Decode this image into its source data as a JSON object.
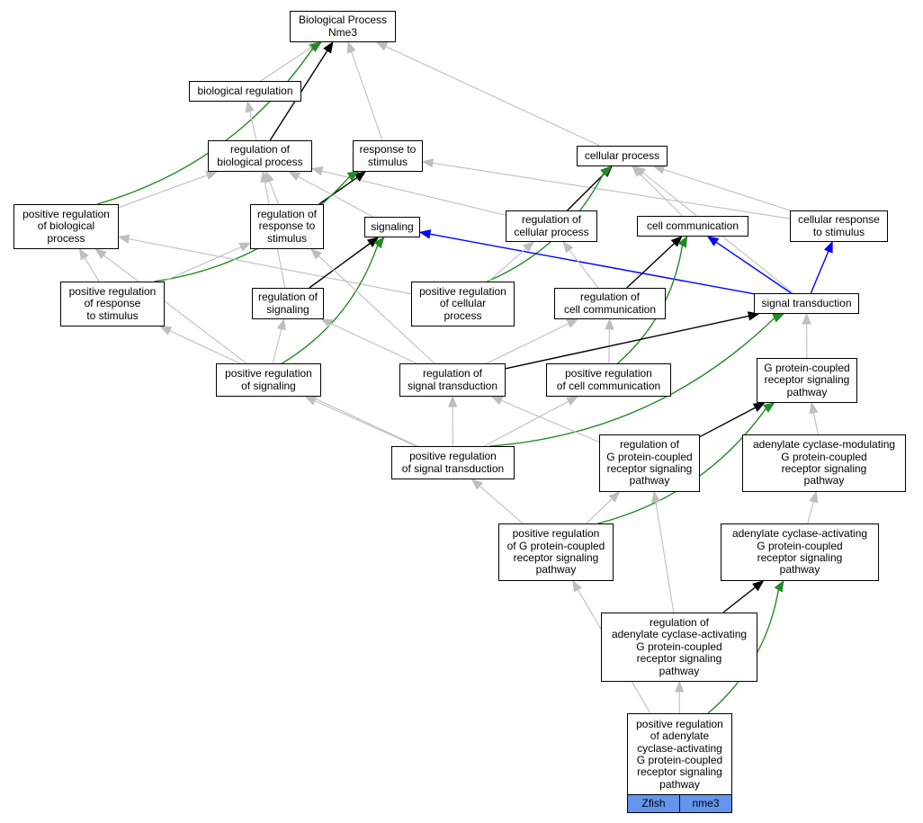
{
  "diagram": {
    "colors": {
      "is_a": "#bebebe",
      "regulates": "#000000",
      "positively_regulates": "#228b22",
      "part_of": "#0000ff",
      "annotation_fill": "#6495ed"
    },
    "nodes": [
      {
        "id": "bp",
        "label": "Biological Process\nNme3"
      },
      {
        "id": "biol_reg",
        "label": "biological regulation"
      },
      {
        "id": "reg_bp",
        "label": "regulation of\nbiological process"
      },
      {
        "id": "resp_stim",
        "label": "response to\nstimulus"
      },
      {
        "id": "cell_proc",
        "label": "cellular process"
      },
      {
        "id": "pos_reg_bp",
        "label": "positive regulation\nof biological\nprocess"
      },
      {
        "id": "reg_resp_stim",
        "label": "regulation of\nresponse to\nstimulus"
      },
      {
        "id": "signaling",
        "label": "signaling"
      },
      {
        "id": "reg_cell_proc",
        "label": "regulation of\ncellular process"
      },
      {
        "id": "cell_comm",
        "label": "cell communication"
      },
      {
        "id": "cell_resp_stim",
        "label": "cellular response\nto stimulus"
      },
      {
        "id": "pos_reg_resp_stim",
        "label": "positive regulation\nof response\nto stimulus"
      },
      {
        "id": "reg_signaling",
        "label": "regulation of\nsignaling"
      },
      {
        "id": "pos_reg_cell_proc",
        "label": "positive regulation\nof cellular\nprocess"
      },
      {
        "id": "reg_cell_comm",
        "label": "regulation of\ncell communication"
      },
      {
        "id": "sig_trans",
        "label": "signal transduction"
      },
      {
        "id": "pos_reg_signaling",
        "label": "positive regulation\nof signaling"
      },
      {
        "id": "reg_sig_trans",
        "label": "regulation of\nsignal transduction"
      },
      {
        "id": "pos_reg_cell_comm",
        "label": "positive regulation\nof cell communication"
      },
      {
        "id": "gpcr",
        "label": "G protein-coupled\nreceptor signaling\npathway"
      },
      {
        "id": "pos_reg_sig_trans",
        "label": "positive regulation\nof signal transduction"
      },
      {
        "id": "reg_gpcr",
        "label": "regulation of\nG protein-coupled\nreceptor signaling\npathway"
      },
      {
        "id": "ac_mod",
        "label": "adenylate cyclase-modulating\nG protein-coupled\nreceptor signaling\npathway"
      },
      {
        "id": "pos_reg_gpcr",
        "label": "positive regulation\nof G protein-coupled\nreceptor signaling\npathway"
      },
      {
        "id": "ac_act",
        "label": "adenylate cyclase-activating\nG protein-coupled\nreceptor signaling\npathway"
      },
      {
        "id": "reg_ac_act",
        "label": "regulation of\nadenylate cyclase-activating\nG protein-coupled\nreceptor signaling\npathway"
      },
      {
        "id": "pos_reg_ac_act",
        "label": "positive regulation\nof adenylate\ncyclase-activating\nG protein-coupled\nreceptor signaling\npathway",
        "annotations": [
          "Zfish",
          "nme3"
        ]
      }
    ],
    "edges": [
      {
        "from": "biol_reg",
        "to": "bp",
        "type": "is_a"
      },
      {
        "from": "resp_stim",
        "to": "bp",
        "type": "is_a"
      },
      {
        "from": "cell_proc",
        "to": "bp",
        "type": "is_a"
      },
      {
        "from": "reg_bp",
        "to": "bp",
        "type": "regulates"
      },
      {
        "from": "pos_reg_bp",
        "to": "bp",
        "type": "positively_regulates"
      },
      {
        "from": "reg_bp",
        "to": "biol_reg",
        "type": "is_a"
      },
      {
        "from": "pos_reg_bp",
        "to": "reg_bp",
        "type": "is_a"
      },
      {
        "from": "reg_resp_stim",
        "to": "reg_bp",
        "type": "is_a"
      },
      {
        "from": "reg_cell_proc",
        "to": "reg_bp",
        "type": "is_a"
      },
      {
        "from": "signaling",
        "to": "reg_bp",
        "type": "is_a"
      },
      {
        "from": "reg_signaling",
        "to": "reg_bp",
        "type": "is_a"
      },
      {
        "from": "reg_resp_stim",
        "to": "resp_stim",
        "type": "regulates"
      },
      {
        "from": "pos_reg_resp_stim",
        "to": "resp_stim",
        "type": "positively_regulates"
      },
      {
        "from": "cell_resp_stim",
        "to": "resp_stim",
        "type": "is_a"
      },
      {
        "from": "reg_cell_proc",
        "to": "cell_proc",
        "type": "regulates"
      },
      {
        "from": "pos_reg_cell_proc",
        "to": "cell_proc",
        "type": "positively_regulates"
      },
      {
        "from": "cell_comm",
        "to": "cell_proc",
        "type": "is_a"
      },
      {
        "from": "cell_resp_stim",
        "to": "cell_proc",
        "type": "is_a"
      },
      {
        "from": "sig_trans",
        "to": "cell_proc",
        "type": "is_a"
      },
      {
        "from": "pos_reg_resp_stim",
        "to": "pos_reg_bp",
        "type": "is_a"
      },
      {
        "from": "pos_reg_signaling",
        "to": "pos_reg_bp",
        "type": "is_a"
      },
      {
        "from": "pos_reg_cell_proc",
        "to": "pos_reg_bp",
        "type": "is_a"
      },
      {
        "from": "pos_reg_resp_stim",
        "to": "reg_resp_stim",
        "type": "is_a"
      },
      {
        "from": "pos_reg_sig_trans",
        "to": "pos_reg_resp_stim",
        "type": "is_a"
      },
      {
        "from": "reg_signaling",
        "to": "signaling",
        "type": "regulates"
      },
      {
        "from": "pos_reg_signaling",
        "to": "signaling",
        "type": "positively_regulates"
      },
      {
        "from": "sig_trans",
        "to": "signaling",
        "type": "part_of"
      },
      {
        "from": "pos_reg_cell_proc",
        "to": "reg_cell_proc",
        "type": "is_a"
      },
      {
        "from": "reg_cell_comm",
        "to": "reg_cell_proc",
        "type": "is_a"
      },
      {
        "from": "reg_cell_comm",
        "to": "cell_comm",
        "type": "regulates"
      },
      {
        "from": "pos_reg_cell_comm",
        "to": "cell_comm",
        "type": "positively_regulates"
      },
      {
        "from": "sig_trans",
        "to": "cell_comm",
        "type": "part_of"
      },
      {
        "from": "sig_trans",
        "to": "cell_resp_stim",
        "type": "part_of"
      },
      {
        "from": "pos_reg_signaling",
        "to": "reg_signaling",
        "type": "is_a"
      },
      {
        "from": "reg_sig_trans",
        "to": "reg_signaling",
        "type": "is_a"
      },
      {
        "from": "reg_sig_trans",
        "to": "reg_resp_stim",
        "type": "is_a"
      },
      {
        "from": "reg_sig_trans",
        "to": "reg_cell_comm",
        "type": "is_a"
      },
      {
        "from": "pos_reg_cell_comm",
        "to": "reg_cell_comm",
        "type": "is_a"
      },
      {
        "from": "reg_sig_trans",
        "to": "sig_trans",
        "type": "regulates"
      },
      {
        "from": "pos_reg_sig_trans",
        "to": "sig_trans",
        "type": "positively_regulates"
      },
      {
        "from": "gpcr",
        "to": "sig_trans",
        "type": "is_a"
      },
      {
        "from": "pos_reg_sig_trans",
        "to": "pos_reg_signaling",
        "type": "is_a"
      },
      {
        "from": "pos_reg_sig_trans",
        "to": "reg_sig_trans",
        "type": "is_a"
      },
      {
        "from": "pos_reg_sig_trans",
        "to": "pos_reg_cell_comm",
        "type": "is_a"
      },
      {
        "from": "reg_gpcr",
        "to": "reg_sig_trans",
        "type": "is_a"
      },
      {
        "from": "reg_gpcr",
        "to": "gpcr",
        "type": "regulates"
      },
      {
        "from": "pos_reg_gpcr",
        "to": "gpcr",
        "type": "positively_regulates"
      },
      {
        "from": "ac_mod",
        "to": "gpcr",
        "type": "is_a"
      },
      {
        "from": "pos_reg_gpcr",
        "to": "pos_reg_sig_trans",
        "type": "is_a"
      },
      {
        "from": "pos_reg_gpcr",
        "to": "reg_gpcr",
        "type": "is_a"
      },
      {
        "from": "ac_act",
        "to": "ac_mod",
        "type": "is_a"
      },
      {
        "from": "reg_ac_act",
        "to": "reg_gpcr",
        "type": "is_a"
      },
      {
        "from": "reg_ac_act",
        "to": "ac_act",
        "type": "regulates"
      },
      {
        "from": "pos_reg_ac_act",
        "to": "reg_ac_act",
        "type": "is_a"
      },
      {
        "from": "pos_reg_ac_act",
        "to": "pos_reg_gpcr",
        "type": "is_a"
      },
      {
        "from": "pos_reg_ac_act",
        "to": "ac_act",
        "type": "positively_regulates"
      }
    ]
  }
}
